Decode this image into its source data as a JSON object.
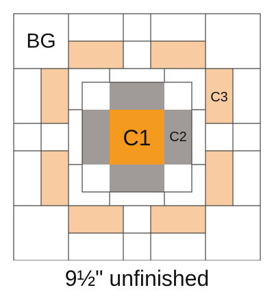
{
  "colors": {
    "background": "#ffffff",
    "line": "#444444",
    "c1": "#f39a1f",
    "c2": "#a09a98",
    "c3": "#f8cba0"
  },
  "labels": {
    "bg": "BG",
    "c1": "C1",
    "c2": "C2",
    "c3": "C3"
  },
  "caption": "9½\" unfinished"
}
